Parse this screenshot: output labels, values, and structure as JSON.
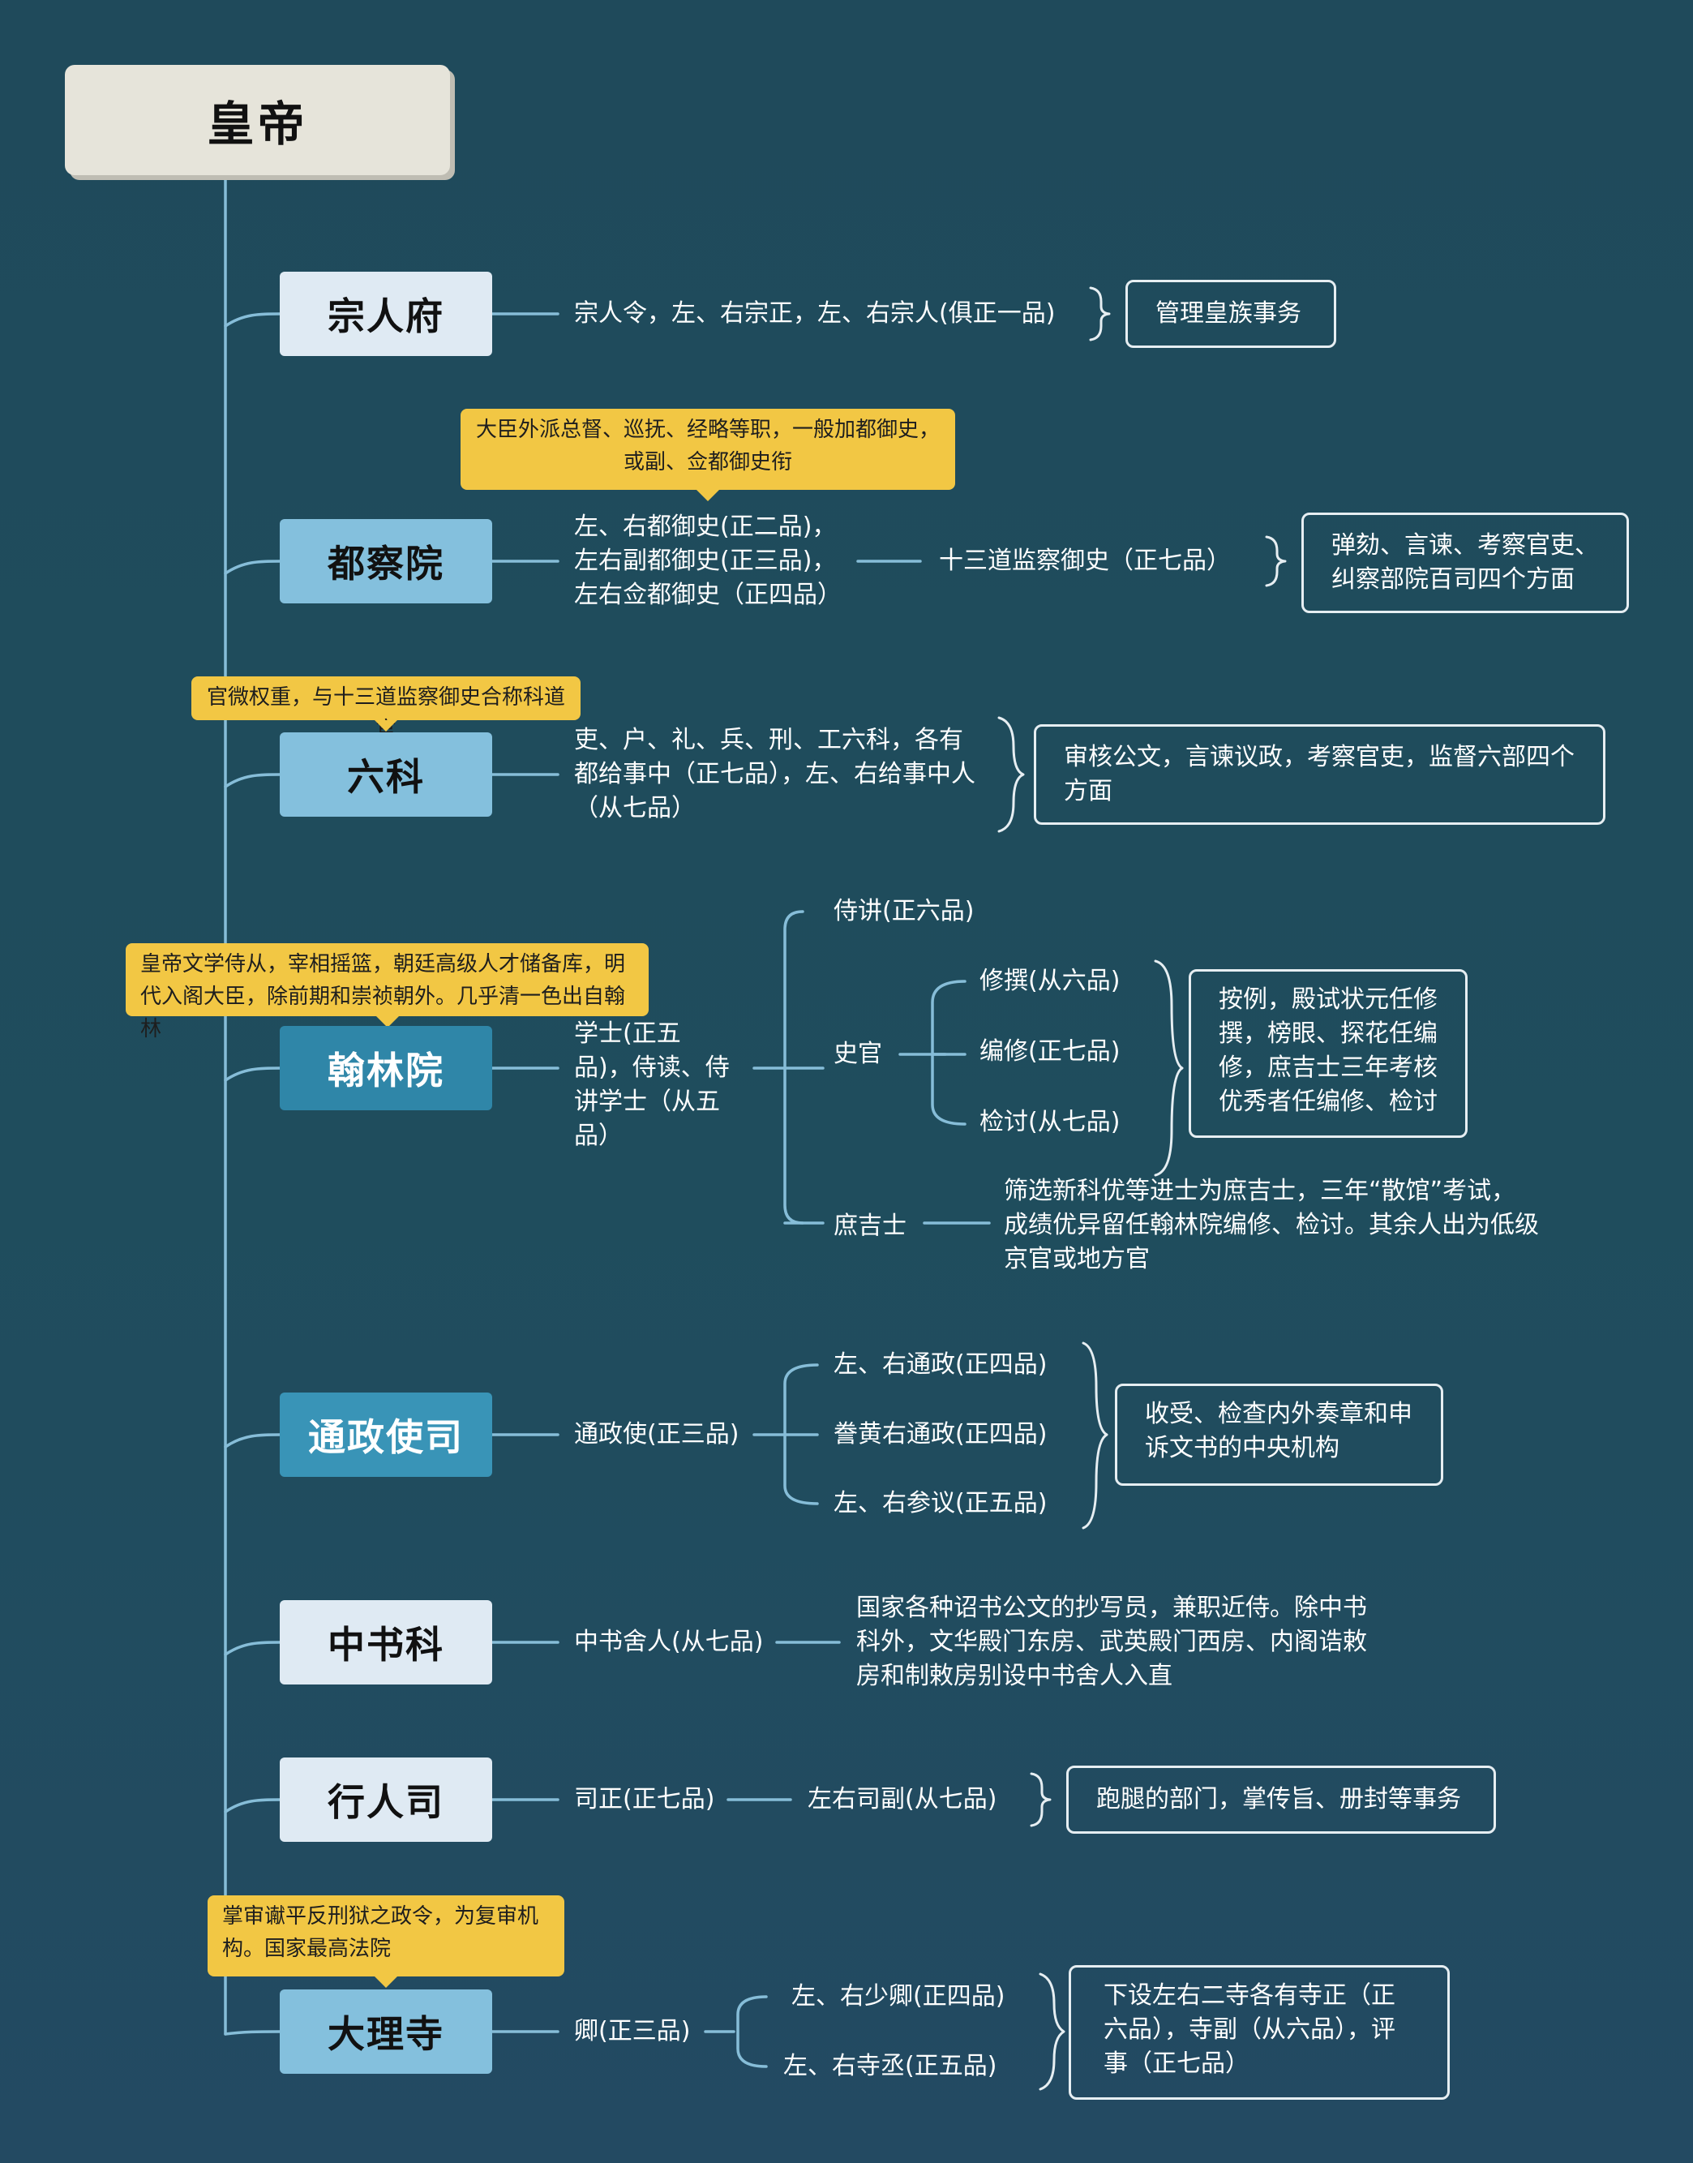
{
  "root": {
    "label": "皇帝"
  },
  "depts": {
    "zongrenfu": {
      "name": "宗人府",
      "officials": "宗人令，左、右宗正，左、右宗人(俱正一品)",
      "duty": "管理皇族事务"
    },
    "duchayuan": {
      "name": "都察院",
      "note": "大臣外派总督、巡抚、经略等职，一般加都御史，或副、佥都御史衔",
      "officials": [
        "左、右都御史(正二品)，",
        "左右副都御史(正三品)，",
        "左右佥都御史（正四品）"
      ],
      "sub": "十三道监察御史（正七品）",
      "duty": "弹劾、言谏、考察官吏、纠察部院百司四个方面"
    },
    "liuke": {
      "name": "六科",
      "note": "官微权重，与十三道监察御史合称科道官",
      "officials": "吏、户、礼、兵、刑、工六科，各有都给事中（正七品），左、右给事中人（从七品）",
      "duty": "审核公文，言谏议政，考察官吏，监督六部四个方面"
    },
    "hanlinyuan": {
      "name": "翰林院",
      "note": "皇帝文学侍从，宰相摇篮，朝廷高级人才储备库，明代入阁大臣，除前期和崇祯朝外。几乎清一色出自翰林",
      "officials": "学士(正五品)，侍读、侍讲学士（从五品）",
      "shijiang": "侍讲(正六品)",
      "shiguan": "史官",
      "xiuzhuan": "修撰(从六品)",
      "bianxiu": "编修(正七品)",
      "jiantao": "检讨(从七品)",
      "shiguan_duty": "按例，殿试状元任修撰，榜眼、探花任编修，庶吉士三年考核优秀者任编修、检讨",
      "shujishi": "庶吉士",
      "shujishi_desc": "筛选新科优等进士为庶吉士，三年“散馆”考试，成绩优异留任翰林院编修、检讨。其余人出为低级京官或地方官"
    },
    "tongzhengshisi": {
      "name": "通政使司",
      "officials": "通政使(正三品)",
      "subs": [
        "左、右通政(正四品)",
        "誊黄右通政(正四品)",
        "左、右参议(正五品)"
      ],
      "duty": "收受、检查内外奏章和申诉文书的中央机构"
    },
    "zhongshuke": {
      "name": "中书科",
      "officials": "中书舍人(从七品)",
      "desc": "国家各种诏书公文的抄写员，兼职近侍。除中书科外，文华殿门东房、武英殿门西房、内阁诰敕房和制敕房别设中书舍人入直"
    },
    "xingrensi": {
      "name": "行人司",
      "officials": "司正(正七品)",
      "sub": "左右司副(从七品)",
      "duty": "跑腿的部门，掌传旨、册封等事务"
    },
    "dalisi": {
      "name": "大理寺",
      "note": "掌审谳平反刑狱之政令，为复审机构。国家最高法院",
      "officials": "卿(正三品)",
      "subs": [
        "左、右少卿(正四品)",
        "左、右寺丞(正五品)"
      ],
      "duty": "下设左右二寺各有寺正（正六品），寺副（从六品），评事（正七品）"
    }
  },
  "colors": {
    "background": "#1f4a5b",
    "connector": "#86bdd8",
    "note": "#f2c744",
    "box_light": "#dfeaf3",
    "box_mid": "#84c0dd",
    "box_dark": "#2f86a8"
  }
}
